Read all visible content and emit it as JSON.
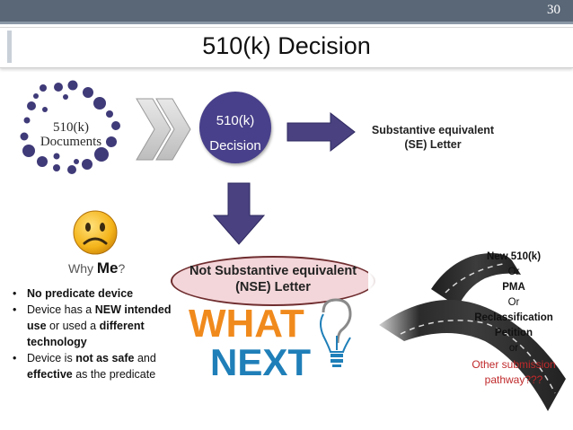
{
  "slide": {
    "page_number": "30",
    "title": "510(k) Decision"
  },
  "documents": {
    "label_line1": "510(k)",
    "label_line2": "Documents"
  },
  "decision": {
    "line1": "510(k)",
    "line2": "Decision"
  },
  "se": {
    "line1": "Substantive equivalent",
    "line2": "(SE) Letter"
  },
  "nse": {
    "line1": "Not Substantive equivalent",
    "line2": "(NSE) Letter"
  },
  "why_me": {
    "word1": "Why ",
    "word2": "Me",
    "word3": "?"
  },
  "reasons": [
    {
      "segments": [
        {
          "text": "No predicate device",
          "bold": true
        }
      ]
    },
    {
      "segments": [
        {
          "text": "Device has a ",
          "bold": false
        },
        {
          "text": "NEW intended use",
          "bold": true
        },
        {
          "text": " or used a ",
          "bold": false
        },
        {
          "text": "different technology",
          "bold": true
        }
      ]
    },
    {
      "segments": [
        {
          "text": "Device is  ",
          "bold": false
        },
        {
          "text": "not as safe",
          "bold": true
        },
        {
          "text": " and ",
          "bold": false
        },
        {
          "text": "effective",
          "bold": true
        },
        {
          "text": " as the predicate",
          "bold": false
        }
      ]
    }
  ],
  "what_next": {
    "word1": "WHAT",
    "word2": "NEXT"
  },
  "options": {
    "new_510k": "New 510(k)",
    "or1": "Or",
    "pma": "PMA",
    "or2": "Or",
    "reclass1": "Reclassification",
    "reclass2": "Petition",
    "or3": "or",
    "other1": "Other submission",
    "other2": "pathway???"
  },
  "colors": {
    "dark_purple": "#48408a",
    "arrow_fill": "#4a4280",
    "nse_fill": "#f3d6d9",
    "nse_border": "#6f2d2f",
    "what_orange": "#f08a1d",
    "next_blue": "#1f7fb8",
    "other_red": "#c0292b"
  },
  "icons": [
    "sad-face-icon",
    "lightbulb-question-icon",
    "forked-road-icon",
    "chevron-arrow-icon",
    "right-arrow-icon",
    "down-arrow-icon"
  ]
}
